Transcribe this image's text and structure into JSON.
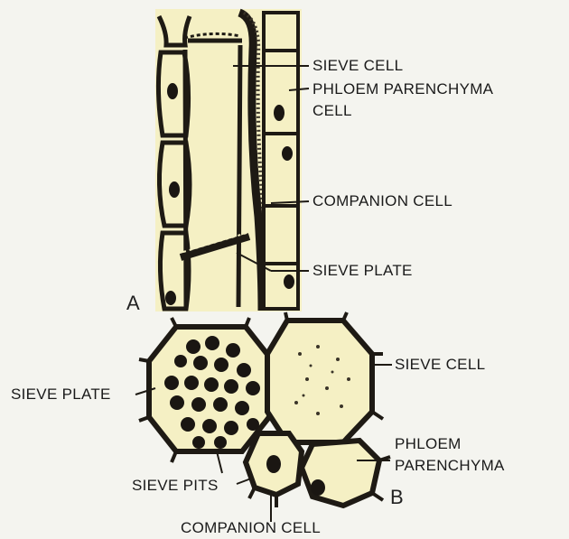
{
  "figure_a": {
    "panel_label": "A",
    "labels": {
      "sieve_cell": "SIEVE CELL",
      "phloem_parenchyma_line1": "PHLOEM PARENCHYMA",
      "phloem_parenchyma_line2": "CELL",
      "companion_cell": "COMPANION CELL",
      "sieve_plate": "SIEVE PLATE"
    }
  },
  "figure_b": {
    "panel_label": "B",
    "labels": {
      "sieve_plate": "SIEVE PLATE",
      "sieve_cell": "SIEVE CELL",
      "phloem_parenchyma_line1": "PHLOEM",
      "phloem_parenchyma_line2": "PARENCHYMA",
      "sieve_pits": "SIEVE PITS",
      "companion_cell": "COMPANION CELL"
    }
  },
  "colors": {
    "background": "#f4f4ef",
    "cell_fill": "#f5f0c4",
    "cell_wall": "#1e1a14",
    "nucleus": "#1a1612",
    "label_text": "#1a1a1a"
  }
}
